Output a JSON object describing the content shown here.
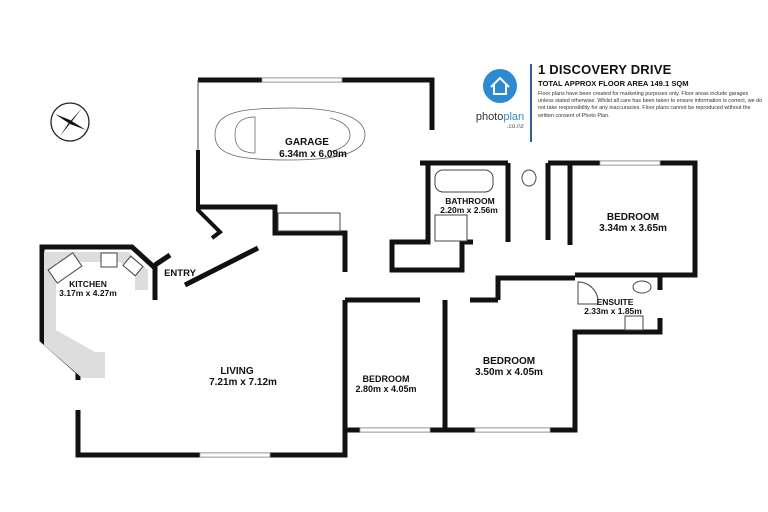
{
  "header": {
    "title": "1 DISCOVERY DRIVE",
    "floor_area": "TOTAL APPROX FLOOR AREA 149.1 SQM",
    "disclaimer": "Floor plans have been created for marketing purposes only. Floor areas include garages unless stated otherwise. Whilst all care has been taken to ensure information is correct, we do not take responsibility for any inaccuracies. Floor plans cannot be reproduced without the written consent of Photo Plan."
  },
  "logo": {
    "word_a": "photo",
    "word_b": "plan",
    "domain": ".co.nz",
    "color": "#2d8ad0"
  },
  "rooms": {
    "garage": {
      "name": "GARAGE",
      "size": "6.34m  x 6.09m"
    },
    "bathroom": {
      "name": "BATHROOM",
      "size": "2.20m  x 2.56m"
    },
    "bedroom1": {
      "name": "BEDROOM",
      "size": "3.34m  x 3.65m"
    },
    "kitchen": {
      "name": "KITCHEN",
      "size": "3.17m  x 4.27m"
    },
    "entry": {
      "name": "ENTRY"
    },
    "ensuite": {
      "name": "ENSUITE",
      "size": "2.33m  x 1.85m"
    },
    "living": {
      "name": "LIVING",
      "size": "7.21m  x 7.12m"
    },
    "bedroom2": {
      "name": "BEDROOM",
      "size": "2.80m  x 4.05m"
    },
    "bedroom3": {
      "name": "BEDROOM",
      "size": "3.50m  x 4.05m"
    }
  },
  "icons": {
    "compass": "compass-rose-icon",
    "logo": "house-logo-icon"
  }
}
